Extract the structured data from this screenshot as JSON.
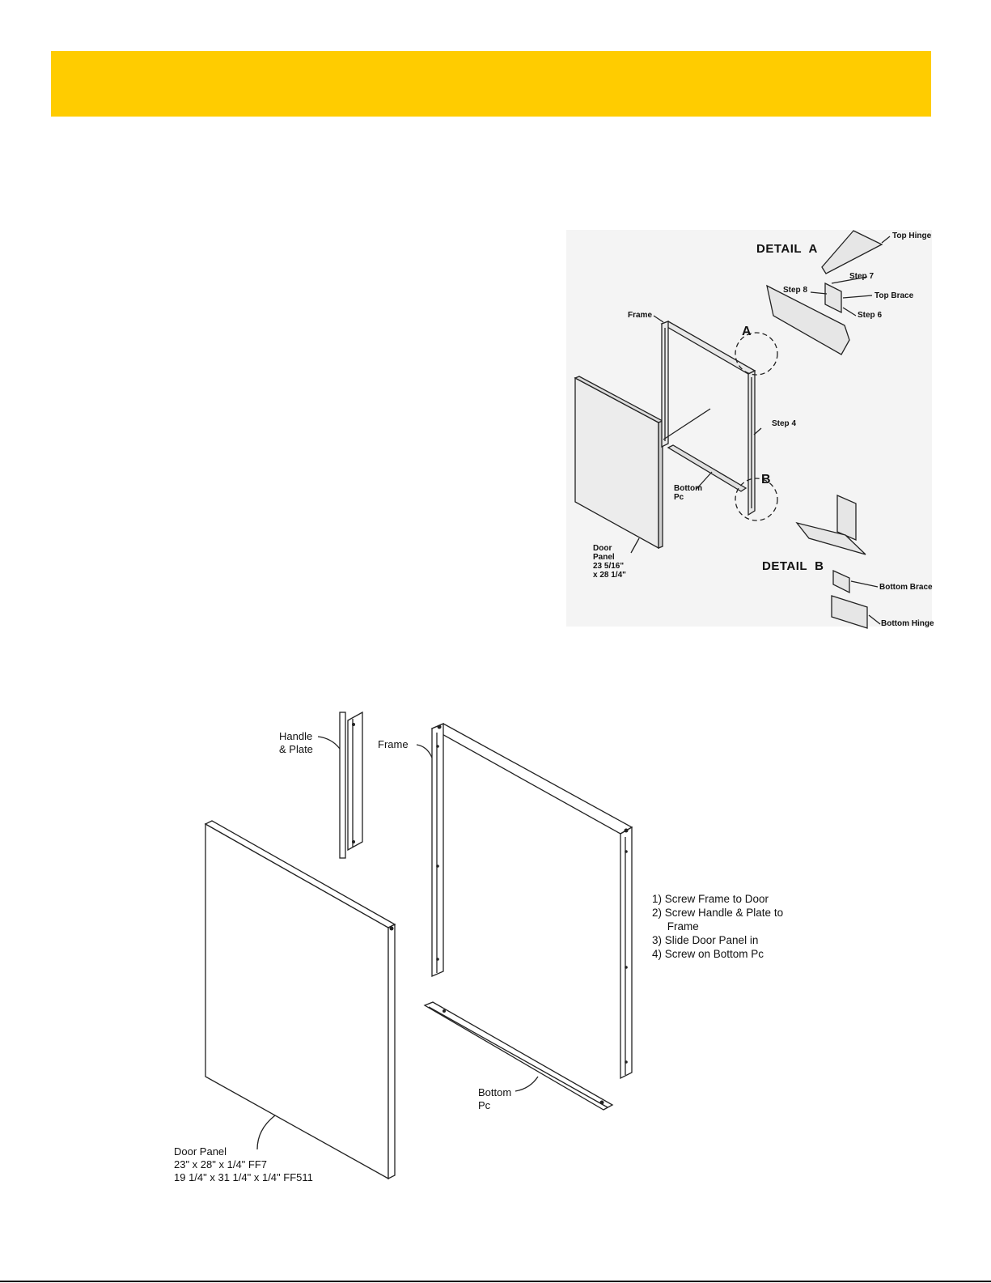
{
  "top_diagram": {
    "detail_a_title": "DETAIL  A",
    "detail_b_title": "DETAIL  B",
    "callout_a": "A",
    "callout_b": "B",
    "labels": {
      "top_hinge": "Top Hinge",
      "step7": "Step 7",
      "step8": "Step 8",
      "top_brace": "Top Brace",
      "step6": "Step 6",
      "frame": "Frame",
      "step4": "Step 4",
      "bottom_pc": "Bottom\nPc",
      "door_panel": "Door\nPanel\n23 5/16\"\nx 28 1/4\"",
      "bottom_brace": "Bottom Brace",
      "bottom_hinge": "Bottom Hinge"
    }
  },
  "bottom_diagram": {
    "labels": {
      "handle_plate": "Handle\n& Plate",
      "frame": "Frame",
      "bottom_pc": "Bottom\nPc",
      "door_panel": "Door Panel\n23\" x 28\" x 1/4\" FF7\n19 1/4\" x 31 1/4\" x 1/4\" FF511"
    },
    "steps": [
      "1) Screw Frame to Door",
      "2) Screw Handle & Plate to",
      "     Frame",
      "3) Slide Door Panel in",
      "4) Screw on Bottom Pc"
    ]
  }
}
